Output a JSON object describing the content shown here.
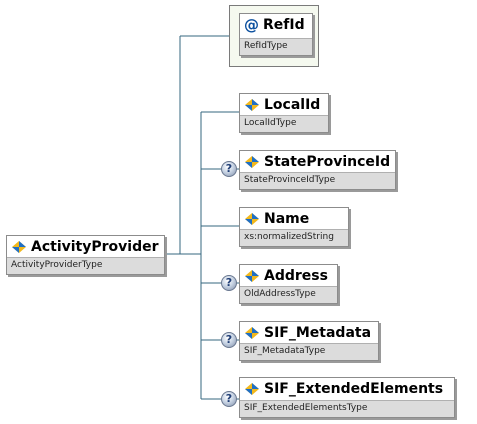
{
  "root": {
    "name": "ActivityProvider",
    "type": "ActivityProviderType"
  },
  "refid": {
    "name": "RefId",
    "type": "RefIdType",
    "icon": "attribute-at-icon"
  },
  "children": [
    {
      "key": "localid",
      "name": "LocalId",
      "type": "LocalIdType",
      "optional": false
    },
    {
      "key": "stateprovinceid",
      "name": "StateProvinceId",
      "type": "StateProvinceIdType",
      "optional": true
    },
    {
      "key": "name",
      "name": "Name",
      "type": "xs:normalizedString",
      "optional": false
    },
    {
      "key": "address",
      "name": "Address",
      "type": "OldAddressType",
      "optional": true
    },
    {
      "key": "sif-metadata",
      "name": "SIF_Metadata",
      "type": "SIF_MetadataType",
      "optional": true
    },
    {
      "key": "sif-extendedelements",
      "name": "SIF_ExtendedElements",
      "type": "SIF_ExtendedElementsType",
      "optional": true
    }
  ],
  "colors": {
    "connector": "#35677f",
    "type_band": "#dcdcdc",
    "refid_frame_bg": "#f5f9ef",
    "icon_blue": "#1f6fc5",
    "icon_yellow": "#f2b81c"
  },
  "icons": {
    "element": "element-diamond-icon",
    "optional": "optional-question-icon"
  }
}
